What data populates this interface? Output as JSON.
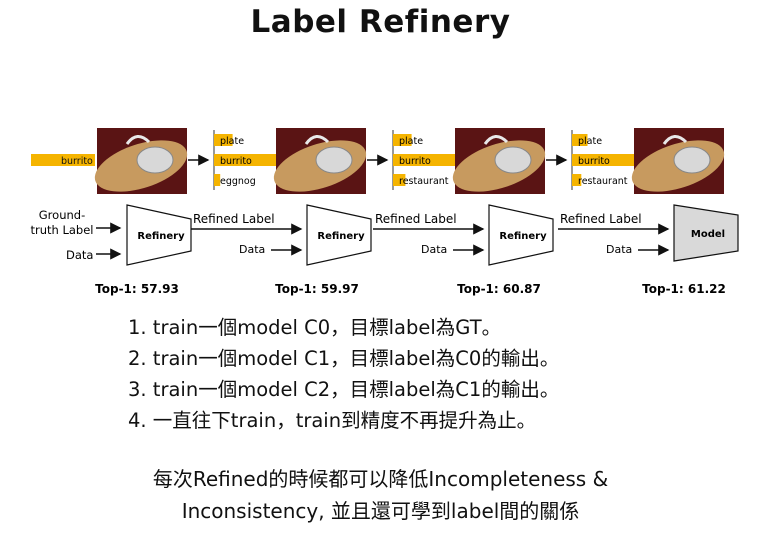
{
  "title": "Label Refinery",
  "figure": {
    "initial_label": "burrito",
    "input_labels": {
      "ground_truth_line1": "Ground-",
      "ground_truth_line2": "truth Label",
      "data": "Data"
    },
    "stages": [
      {
        "model_label": "Refinery",
        "top1": "Top-1: 57.93"
      },
      {
        "model_label": "Refinery",
        "top1": "Top-1: 59.97",
        "refined_label": "Refined Label",
        "data": "Data",
        "predictions": [
          {
            "label": "plate",
            "score": 0.3
          },
          {
            "label": "burrito",
            "score": 1.0
          },
          {
            "label": "eggnog",
            "score": 0.1
          }
        ]
      },
      {
        "model_label": "Refinery",
        "top1": "Top-1: 60.87",
        "refined_label": "Refined Label",
        "data": "Data",
        "predictions": [
          {
            "label": "plate",
            "score": 0.3
          },
          {
            "label": "burrito",
            "score": 1.0
          },
          {
            "label": "restaurant",
            "score": 0.2
          }
        ]
      },
      {
        "model_label": "Model",
        "top1": "Top-1: 61.22",
        "refined_label": "Refined Label",
        "data": "Data",
        "predictions": [
          {
            "label": "plate",
            "score": 0.25
          },
          {
            "label": "burrito",
            "score": 1.0
          },
          {
            "label": "restaurant",
            "score": 0.15
          }
        ]
      }
    ],
    "colors": {
      "bar": "#f5b400",
      "photo_bg": "#5a1414",
      "plate": "#c79a5f",
      "final_model_fill": "#d9d9d9"
    }
  },
  "steps": [
    "1. train一個model C0，目標label為GT。",
    "2. train一個model C1，目標label為C0的輸出。",
    "3. train一個model C2，目標label為C1的輸出。",
    "4. 一直往下train，train到精度不再提升為止。"
  ],
  "summary": {
    "line1": "每次Refined的時候都可以降低Incompleteness &",
    "line2": "Inconsistency, 並且還可學到label間的關係"
  }
}
